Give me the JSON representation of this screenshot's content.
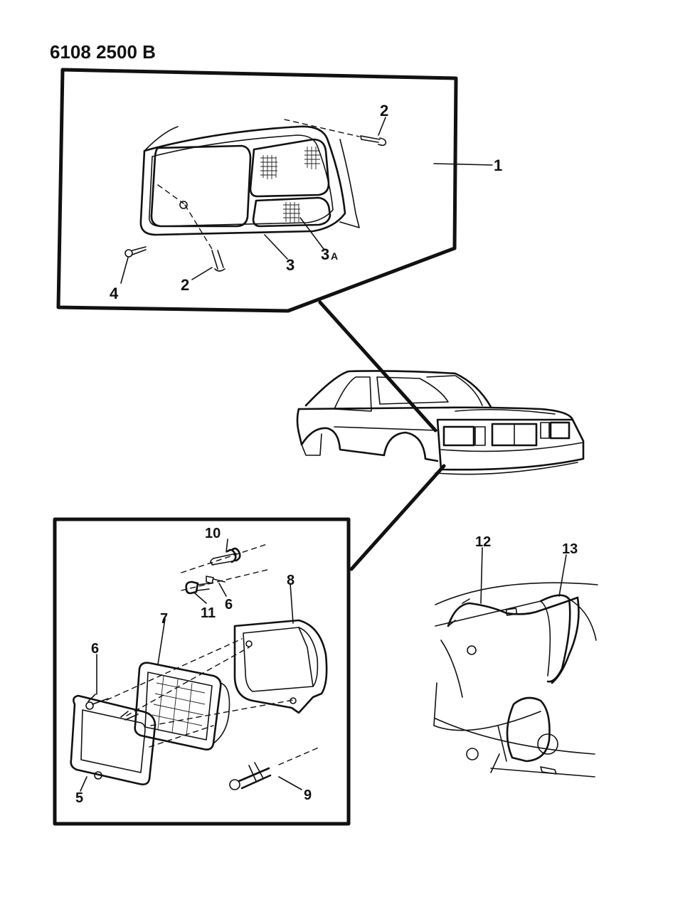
{
  "header": {
    "code": "6108 2500 B"
  },
  "callouts": {
    "top": {
      "c1": "1",
      "c2a": "2",
      "c2b": "2",
      "c3": "3",
      "c3a": "3",
      "c3a_sub": "A",
      "c4": "4"
    },
    "bottom": {
      "c5": "5",
      "c6a": "6",
      "c6b": "6",
      "c7": "7",
      "c8": "8",
      "c9": "9",
      "c10": "10",
      "c11": "11"
    },
    "wiring": {
      "c12": "12",
      "c13": "13"
    }
  },
  "colors": {
    "ink": "#111111",
    "paper": "#ffffff"
  }
}
